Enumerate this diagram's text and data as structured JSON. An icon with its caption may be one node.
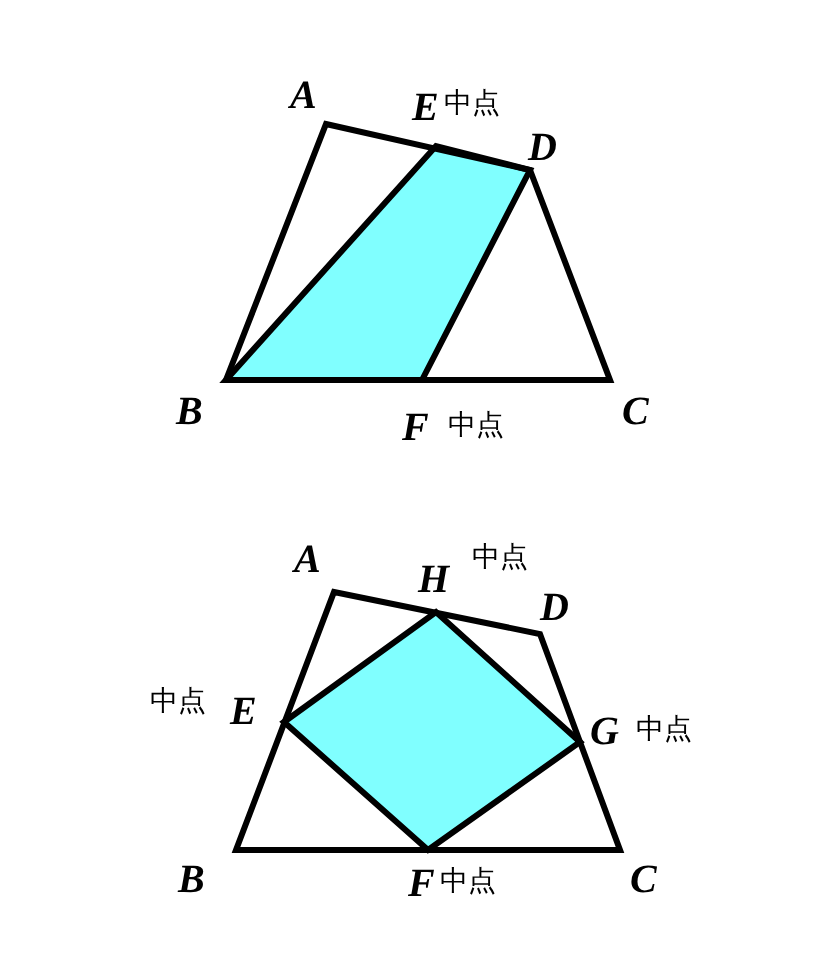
{
  "diagram": {
    "labels": [
      "A",
      "E",
      "中点",
      "D",
      "B",
      "F",
      "中点",
      "C",
      "A",
      "H",
      "中点",
      "D",
      "中点",
      "E",
      "G",
      "中点",
      "B",
      "F",
      "中点",
      "C"
    ]
  }
}
